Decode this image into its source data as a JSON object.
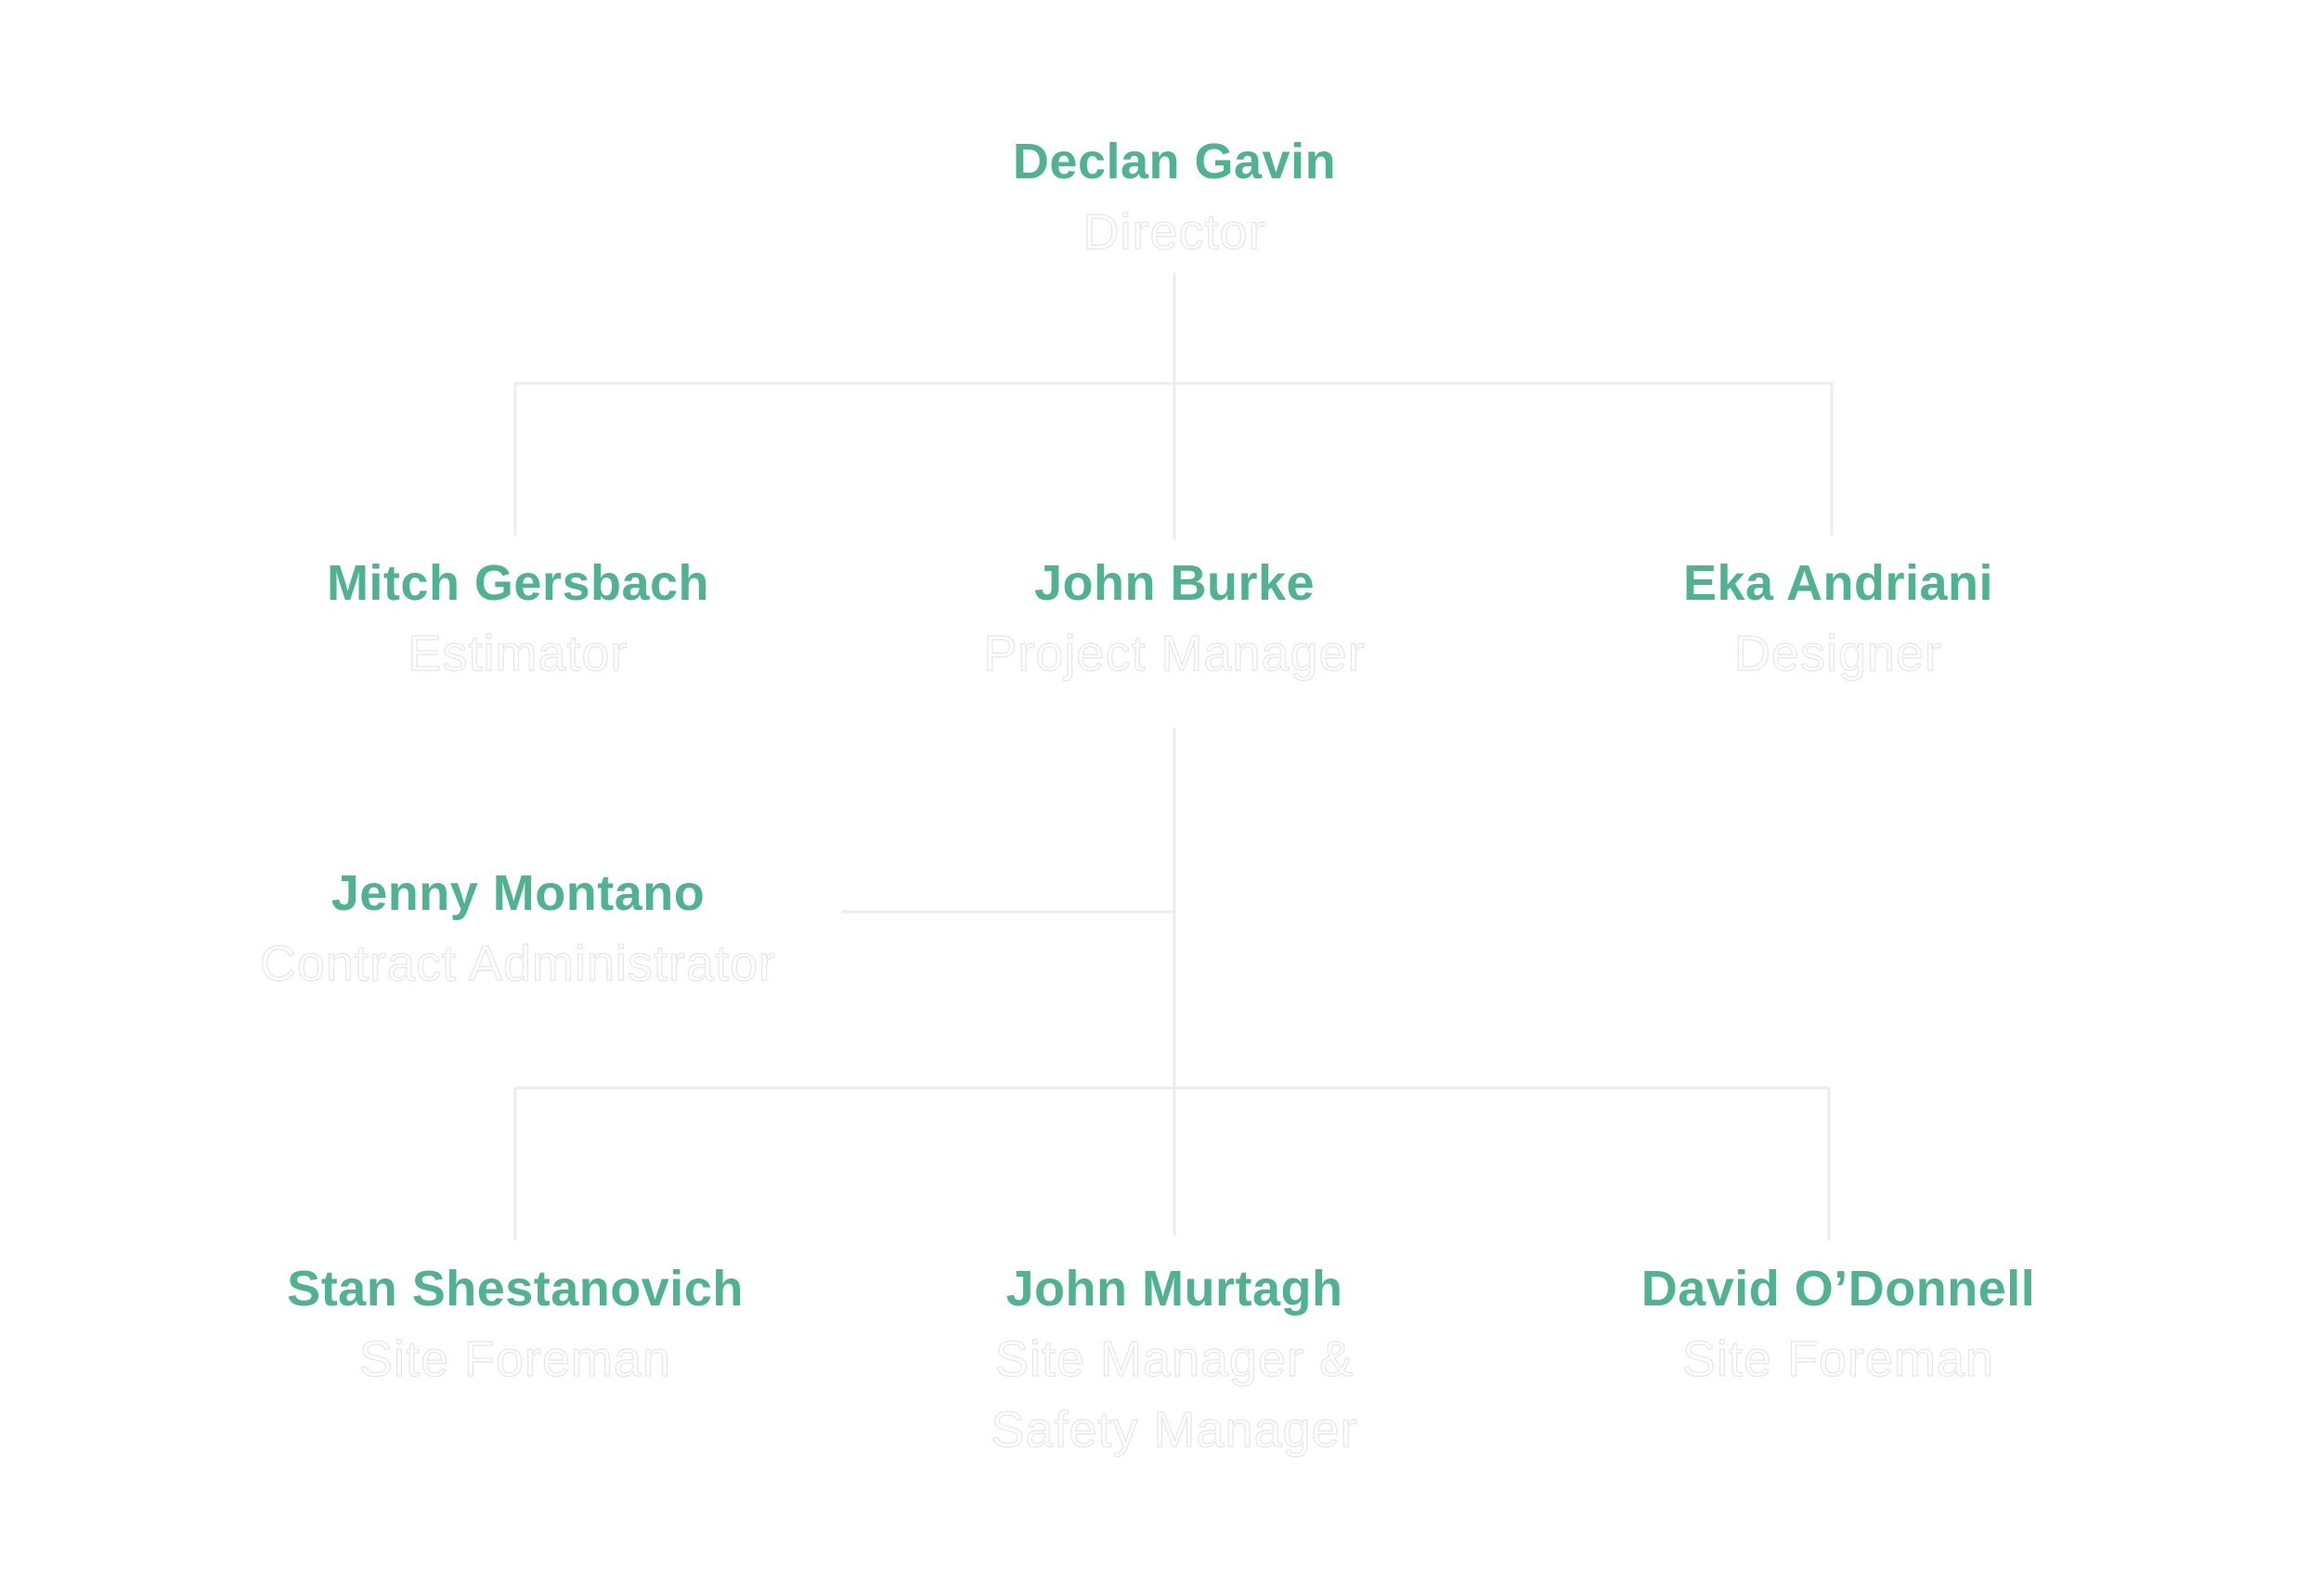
{
  "colors": {
    "name": "#4fb391",
    "role_outline": "#e6e6e6",
    "connector": "#ececec",
    "background": "#ffffff"
  },
  "org_chart": {
    "director": {
      "name": "Declan Gavin",
      "role": "Director"
    },
    "estimator": {
      "name": "Mitch Gersbach",
      "role": "Estimator"
    },
    "project_manager": {
      "name": "John Burke",
      "role": "Project Manager"
    },
    "designer": {
      "name": "Eka Andriani",
      "role": "Designer"
    },
    "contract_administrator": {
      "name": "Jenny Montano",
      "role": "Contract Administrator"
    },
    "site_foreman_left": {
      "name": "Stan Shestanovich",
      "role": "Site Foreman"
    },
    "site_manager": {
      "name": "John Murtagh",
      "role": "Site Manager &\nSafety Manager"
    },
    "site_foreman_right": {
      "name": "David O’Donnell",
      "role": "Site Foreman"
    }
  }
}
